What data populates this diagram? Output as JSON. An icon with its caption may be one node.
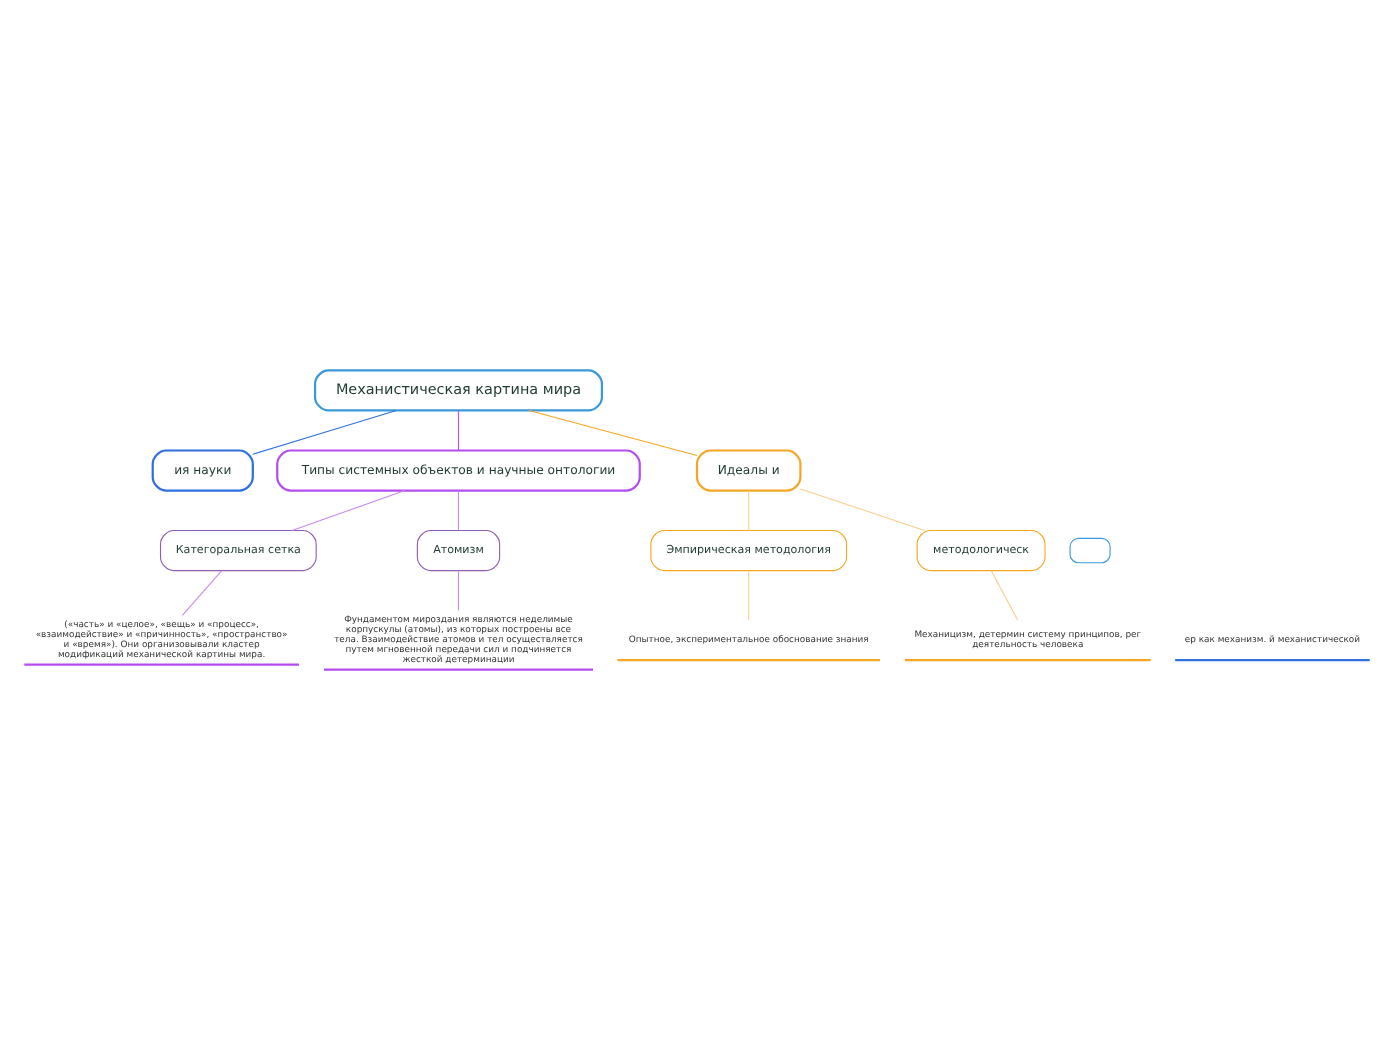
{
  "diagram": {
    "nodes": [
      {
        "text": [
          "Механистическая картина мира"
        ]
      },
      {
        "text": [
          "ия науки"
        ]
      },
      {
        "text": [],
        "shape": "box"
      },
      {
        "text": [
          "ер как механизм. й механистической"
        ]
      },
      {
        "text": [
          "Типы системных объектов и научные онтологии"
        ]
      },
      {
        "text": [
          "Категоральная сетка"
        ]
      },
      {
        "text": [
          "(«часть» и «целое», «вещь» и «процесс», «взаимодействие» и «причинность», «пространство» и «время»). Они организовывали кластер модификаций механической картины мира."
        ]
      },
      {
        "text": [
          "Атомизм"
        ]
      },
      {
        "text": [
          "Фундаментом мироздания являются неделимые корпускулы (атомы), из которых построены все тела. Взаимодействие атомов и тел осуществляется путем мгновенной передачи сил и подчиняется жесткой детерминации"
        ]
      },
      {
        "text": [
          "Идеалы и"
        ]
      },
      {
        "text": [
          "Эмпирическая методология"
        ]
      },
      {
        "text": [
          "Опытное, экспериментальное обоснование знания"
        ]
      },
      {
        "text": [
          "методологическ"
        ]
      },
      {
        "text": [
          "Механицизм, детермин систему принципов, рег деятельность человека"
        ]
      }
    ],
    "edges": [
      {
        "from": 0,
        "to": 1,
        "arrow": "none",
        "color": "#2f6fe0"
      },
      {
        "from": 0,
        "to": 4,
        "arrow": "none",
        "color": "#b54cf0"
      },
      {
        "from": 4,
        "to": 5,
        "arrow": "none",
        "color": "#c98af0"
      },
      {
        "from": 5,
        "to": 6,
        "arrow": "none",
        "color": "#c98af0"
      },
      {
        "from": 4,
        "to": 7,
        "arrow": "none",
        "color": "#c98af0"
      },
      {
        "from": 7,
        "to": 8,
        "arrow": "none",
        "color": "#c98af0"
      },
      {
        "from": 0,
        "to": 9,
        "arrow": "none",
        "color": "#f5a623"
      },
      {
        "from": 9,
        "to": 10,
        "arrow": "none",
        "color": "#f8cf8a"
      },
      {
        "from": 10,
        "to": 11,
        "arrow": "none",
        "color": "#f8cf8a"
      },
      {
        "from": 9,
        "to": 12,
        "arrow": "none",
        "color": "#f8cf8a"
      },
      {
        "from": 12,
        "to": 13,
        "arrow": "none",
        "color": "#f8cf8a"
      }
    ]
  }
}
